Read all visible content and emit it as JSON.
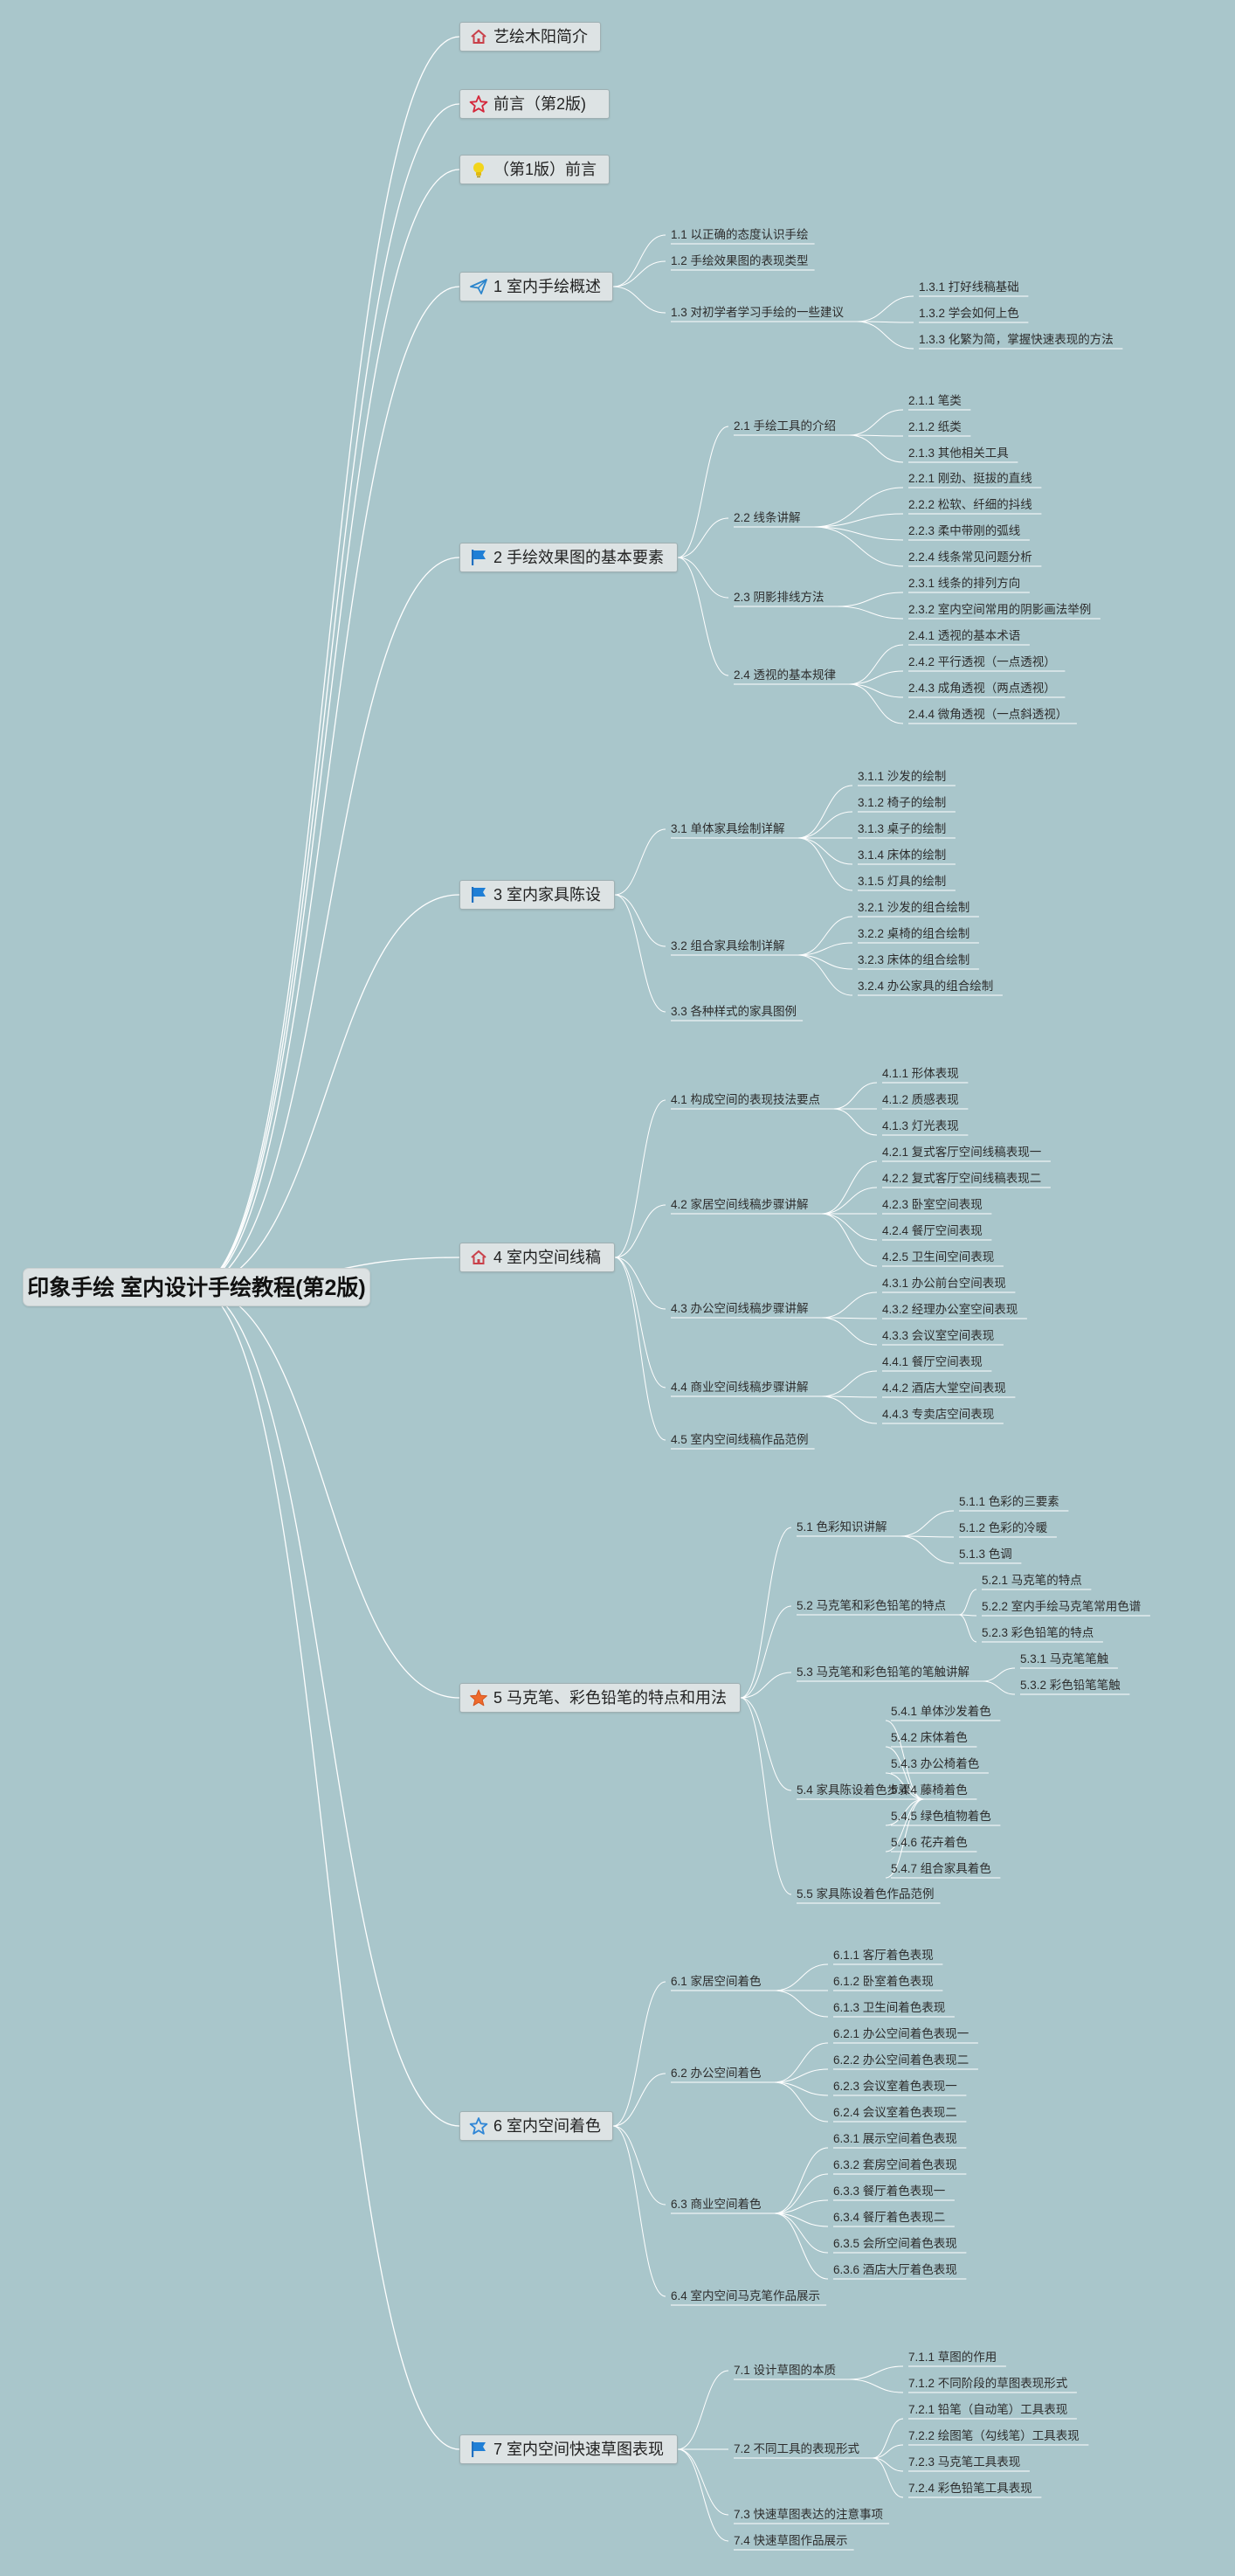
{
  "colors": {
    "background": "#a9c6cb",
    "connector": "#ffffff",
    "node_fill": "#dde3e4",
    "root_fill": "#dce2e3"
  },
  "root": {
    "label": "印象手绘 室内设计手绘教程(第2版)"
  },
  "branches": [
    {
      "icon": "house-icon",
      "label": "艺绘木阳简介",
      "children": []
    },
    {
      "icon": "star-outline-red-icon",
      "label": "前言（第2版)",
      "children": []
    },
    {
      "icon": "lightbulb-icon",
      "label": "（第1版）前言",
      "children": []
    },
    {
      "icon": "paper-plane-icon",
      "label": "1 室内手绘概述",
      "children": [
        {
          "label": "1.1 以正确的态度认识手绘",
          "children": []
        },
        {
          "label": "1.2 手绘效果图的表现类型",
          "children": []
        },
        {
          "label": "1.3 对初学者学习手绘的一些建议",
          "children": [
            {
              "label": "1.3.1 打好线稿基础"
            },
            {
              "label": "1.3.2 学会如何上色"
            },
            {
              "label": "1.3.3 化繁为简，掌握快速表现的方法"
            }
          ]
        }
      ]
    },
    {
      "icon": "flag-icon",
      "label": "2 手绘效果图的基本要素",
      "children": [
        {
          "label": "2.1 手绘工具的介绍",
          "children": [
            {
              "label": "2.1.1 笔类"
            },
            {
              "label": "2.1.2 纸类"
            },
            {
              "label": "2.1.3 其他相关工具"
            }
          ]
        },
        {
          "label": "2.2 线条讲解",
          "children": [
            {
              "label": "2.2.1 刚劲、挺拔的直线"
            },
            {
              "label": "2.2.2 松软、纤细的抖线"
            },
            {
              "label": "2.2.3 柔中带刚的弧线"
            },
            {
              "label": "2.2.4 线条常见问题分析"
            }
          ]
        },
        {
          "label": "2.3 阴影排线方法",
          "children": [
            {
              "label": "2.3.1 线条的排列方向"
            },
            {
              "label": "2.3.2 室内空间常用的阴影画法举例"
            }
          ]
        },
        {
          "label": "2.4 透视的基本规律",
          "children": [
            {
              "label": "2.4.1 透视的基本术语"
            },
            {
              "label": "2.4.2 平行透视（一点透视）"
            },
            {
              "label": "2.4.3 成角透视（两点透视）"
            },
            {
              "label": "2.4.4 微角透视（一点斜透视）"
            }
          ]
        }
      ]
    },
    {
      "icon": "flag-icon",
      "label": "3 室内家具陈设",
      "children": [
        {
          "label": "3.1 单体家具绘制详解",
          "children": [
            {
              "label": "3.1.1 沙发的绘制"
            },
            {
              "label": "3.1.2 椅子的绘制"
            },
            {
              "label": "3.1.3 桌子的绘制"
            },
            {
              "label": "3.1.4 床体的绘制"
            },
            {
              "label": "3.1.5 灯具的绘制"
            }
          ]
        },
        {
          "label": "3.2 组合家具绘制详解",
          "children": [
            {
              "label": "3.2.1 沙发的组合绘制"
            },
            {
              "label": "3.2.2 桌椅的组合绘制"
            },
            {
              "label": "3.2.3 床体的组合绘制"
            },
            {
              "label": "3.2.4 办公家具的组合绘制"
            }
          ]
        },
        {
          "label": "3.3 各种样式的家具图例",
          "children": []
        }
      ]
    },
    {
      "icon": "house-icon",
      "label": "4 室内空间线稿",
      "children": [
        {
          "label": "4.1 构成空间的表现技法要点",
          "children": [
            {
              "label": "4.1.1 形体表现"
            },
            {
              "label": "4.1.2 质感表现"
            },
            {
              "label": "4.1.3 灯光表现"
            }
          ]
        },
        {
          "label": "4.2 家居空间线稿步骤讲解",
          "children": [
            {
              "label": "4.2.1 复式客厅空间线稿表现一"
            },
            {
              "label": "4.2.2 复式客厅空间线稿表现二"
            },
            {
              "label": "4.2.3 卧室空间表现"
            },
            {
              "label": "4.2.4 餐厅空间表现"
            },
            {
              "label": "4.2.5 卫生间空间表现"
            }
          ]
        },
        {
          "label": "4.3 办公空间线稿步骤讲解",
          "children": [
            {
              "label": "4.3.1 办公前台空间表现"
            },
            {
              "label": "4.3.2 经理办公室空间表现"
            },
            {
              "label": "4.3.3 会议室空间表现"
            }
          ]
        },
        {
          "label": "4.4 商业空间线稿步骤讲解",
          "children": [
            {
              "label": "4.4.1 餐厅空间表现"
            },
            {
              "label": "4.4.2 酒店大堂空间表现"
            },
            {
              "label": "4.4.3 专卖店空间表现"
            }
          ]
        },
        {
          "label": "4.5 室内空间线稿作品范例",
          "children": []
        }
      ]
    },
    {
      "icon": "star-filled-orange-icon",
      "label": "5 马克笔、彩色铅笔的特点和用法",
      "children": [
        {
          "label": "5.1 色彩知识讲解",
          "children": [
            {
              "label": "5.1.1 色彩的三要素"
            },
            {
              "label": "5.1.2 色彩的冷暖"
            },
            {
              "label": "5.1.3 色调"
            }
          ]
        },
        {
          "label": "5.2 马克笔和彩色铅笔的特点",
          "children": [
            {
              "label": "5.2.1 马克笔的特点"
            },
            {
              "label": "5.2.2 室内手绘马克笔常用色谱"
            },
            {
              "label": "5.2.3 彩色铅笔的特点"
            }
          ]
        },
        {
          "label": "5.3 马克笔和彩色铅笔的笔触讲解",
          "children": [
            {
              "label": "5.3.1 马克笔笔触"
            },
            {
              "label": "5.3.2 彩色铅笔笔触"
            }
          ]
        },
        {
          "label": "5.4 家具陈设着色步骤",
          "children": [
            {
              "label": "5.4.1 单体沙发着色"
            },
            {
              "label": "5.4.2 床体着色"
            },
            {
              "label": "5.4.3 办公椅着色"
            },
            {
              "label": "5.4.4 藤椅着色"
            },
            {
              "label": "5.4.5 绿色植物着色"
            },
            {
              "label": "5.4.6 花卉着色"
            },
            {
              "label": "5.4.7 组合家具着色"
            }
          ]
        },
        {
          "label": "5.5 家具陈设着色作品范例",
          "children": []
        }
      ]
    },
    {
      "icon": "star-outline-blue-icon",
      "label": "6 室内空间着色",
      "children": [
        {
          "label": "6.1 家居空间着色",
          "children": [
            {
              "label": "6.1.1 客厅着色表现"
            },
            {
              "label": "6.1.2 卧室着色表现"
            },
            {
              "label": "6.1.3 卫生间着色表现"
            }
          ]
        },
        {
          "label": "6.2 办公空间着色",
          "children": [
            {
              "label": "6.2.1 办公空间着色表现一"
            },
            {
              "label": "6.2.2 办公空间着色表现二"
            },
            {
              "label": "6.2.3 会议室着色表现一"
            },
            {
              "label": "6.2.4 会议室着色表现二"
            }
          ]
        },
        {
          "label": "6.3 商业空间着色",
          "children": [
            {
              "label": "6.3.1 展示空间着色表现"
            },
            {
              "label": "6.3.2 套房空间着色表现"
            },
            {
              "label": "6.3.3 餐厅着色表现一"
            },
            {
              "label": "6.3.4 餐厅着色表现二"
            },
            {
              "label": "6.3.5 会所空间着色表现"
            },
            {
              "label": "6.3.6 酒店大厅着色表现"
            }
          ]
        },
        {
          "label": "6.4 室内空间马克笔作品展示",
          "children": []
        }
      ]
    },
    {
      "icon": "flag-icon",
      "label": "7 室内空间快速草图表现",
      "children": [
        {
          "label": "7.1 设计草图的本质",
          "children": [
            {
              "label": "7.1.1 草图的作用"
            },
            {
              "label": "7.1.2 不同阶段的草图表现形式"
            }
          ]
        },
        {
          "label": "7.2 不同工具的表现形式",
          "children": [
            {
              "label": "7.2.1 铅笔（自动笔）工具表现"
            },
            {
              "label": "7.2.2 绘图笔（勾线笔）工具表现"
            },
            {
              "label": "7.2.3 马克笔工具表现"
            },
            {
              "label": "7.2.4 彩色铅笔工具表现"
            }
          ]
        },
        {
          "label": "7.3 快速草图表达的注意事项",
          "children": []
        },
        {
          "label": "7.4 快速草图作品展示",
          "children": []
        }
      ]
    }
  ]
}
